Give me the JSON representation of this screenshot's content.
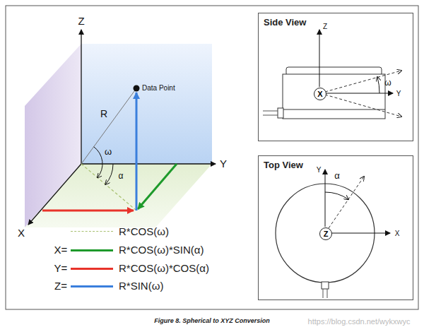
{
  "diagram": {
    "caption": "Figure 8. Spherical to XYZ Conversion",
    "nodes": [
      {
        "text": [
          "Side View"
        ]
      },
      {
        "text": [
          "X"
        ],
        "in": 0
      },
      {
        "text": [
          "Top View"
        ]
      },
      {
        "text": [
          "Z"
        ],
        "in": 2
      }
    ],
    "labels": [
      "Z",
      "Y",
      "X",
      "Data Point",
      "R",
      "ω",
      "α",
      "X=",
      "Y=",
      "Z=",
      "Z",
      "Y",
      "ω",
      "Y",
      "X",
      "α",
      "https://blog.csdn.net/wykxwyc"
    ],
    "legend": [
      {
        "text": "R*COS(ω)"
      },
      {
        "text": "R*COS(ω)*SIN(α)",
        "color": "#1e9a2b"
      },
      {
        "text": "R*COS(ω)*COS(α)",
        "color": "#e8332a"
      },
      {
        "text": "R*SIN(ω)",
        "color": "#3a7fdc"
      }
    ]
  }
}
